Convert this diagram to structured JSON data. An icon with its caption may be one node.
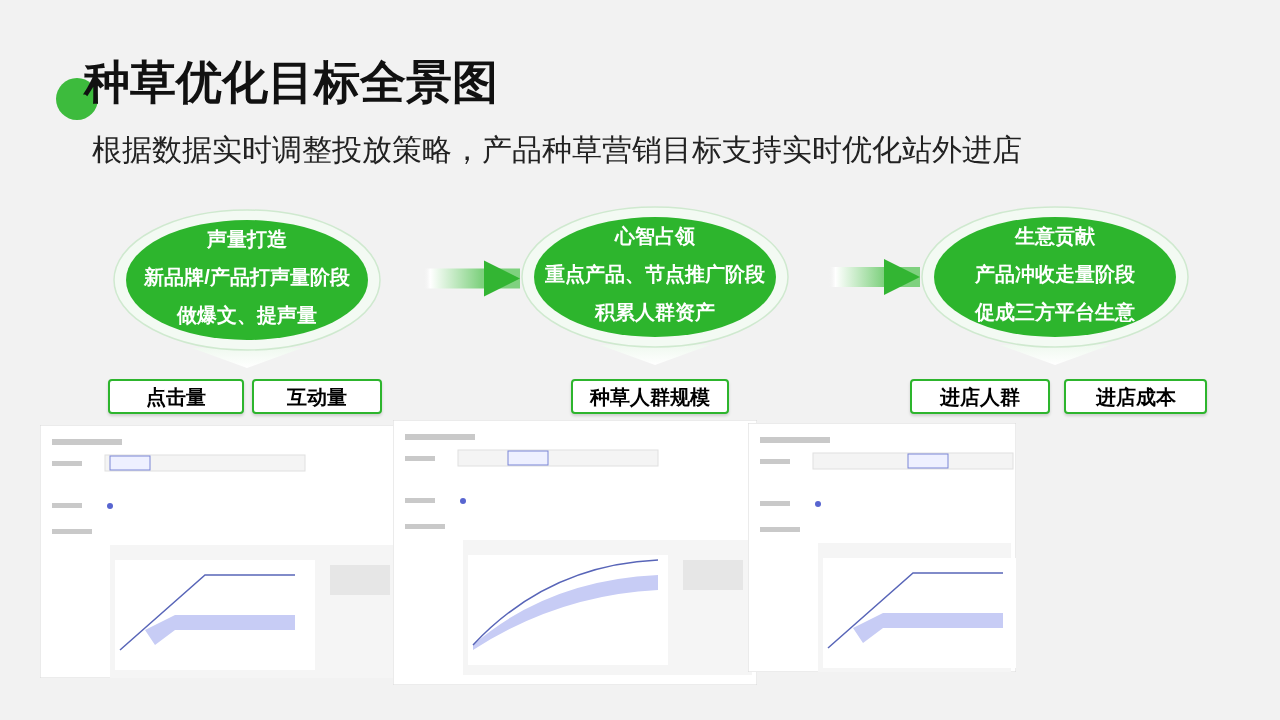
{
  "diagram": {
    "title": "种草优化目标全景图",
    "nodes": [
      {
        "text": [
          "声量打造",
          "新品牌/产品打声量阶段",
          "做爆文、提声量"
        ]
      },
      {
        "text": [
          "心智占领",
          "重点产品、节点推广阶段",
          "积累人群资产"
        ]
      },
      {
        "text": [
          "生意贡献",
          "产品冲收走量阶段",
          "促成三方平台生意"
        ]
      },
      {
        "text": [
          "点击量"
        ]
      },
      {
        "text": [
          "互动量"
        ]
      },
      {
        "text": [
          "种草人群规模"
        ]
      },
      {
        "text": [
          "进店人群"
        ]
      },
      {
        "text": [
          "进店成本"
        ]
      }
    ],
    "edges": [
      {
        "from": 0,
        "to": 1,
        "arrow": "to",
        "style": "thick"
      },
      {
        "from": 1,
        "to": 2,
        "arrow": "to",
        "style": "thick"
      }
    ],
    "labels": [
      "根据数据实时调整投放策略，产品种草营销目标支持实时优化站外进店"
    ]
  }
}
